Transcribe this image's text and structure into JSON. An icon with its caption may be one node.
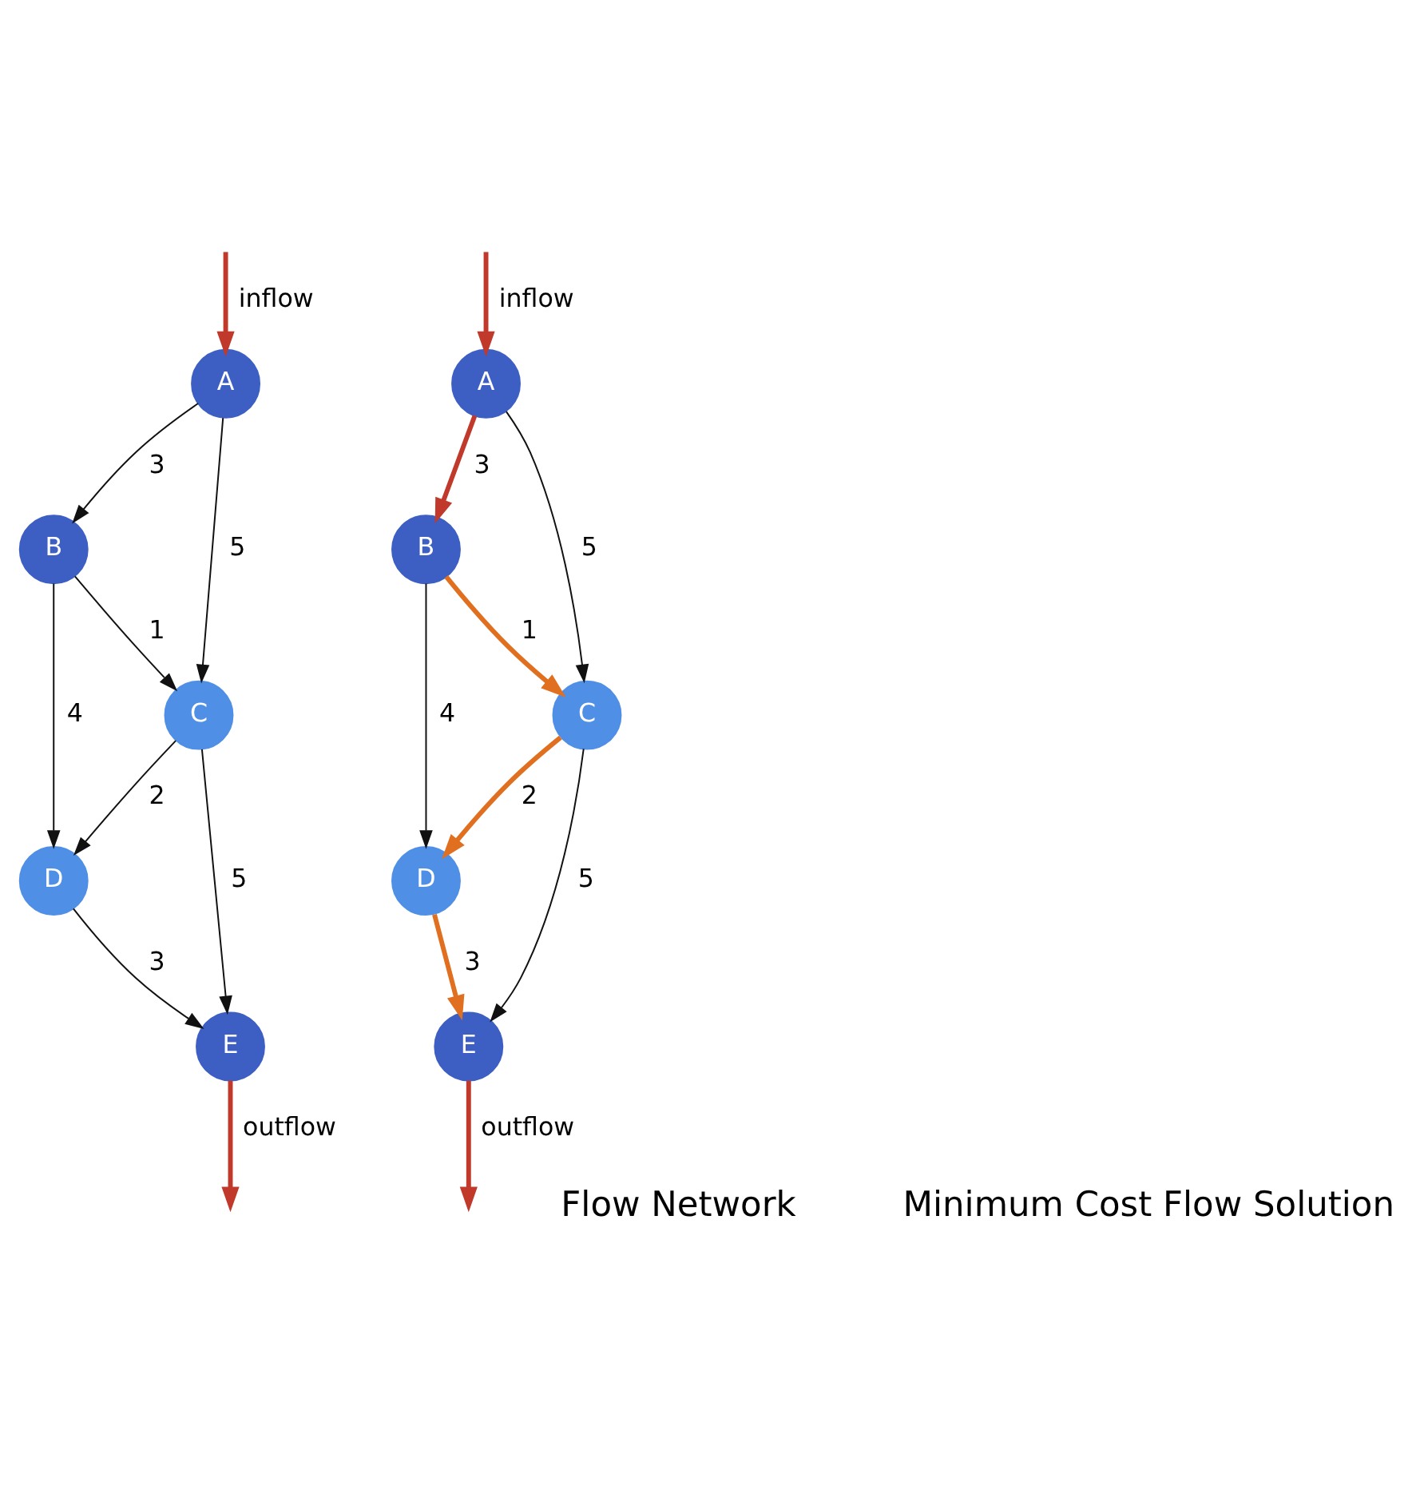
{
  "diagram": {
    "nodes": [
      {
        "text": [
          "A"
        ]
      },
      {
        "text": [
          "B"
        ]
      },
      {
        "text": [
          "C"
        ]
      },
      {
        "text": [
          "D"
        ]
      },
      {
        "text": [
          "E"
        ]
      },
      {
        "text": [
          "A"
        ]
      },
      {
        "text": [
          "B"
        ]
      },
      {
        "text": [
          "C"
        ]
      },
      {
        "text": [
          "D"
        ]
      },
      {
        "text": [
          "E"
        ]
      }
    ],
    "edges": [
      {
        "from": null,
        "to": 0,
        "arrow": "to",
        "label": "inflow",
        "style": "thick",
        "color": "#c0392b"
      },
      {
        "from": 0,
        "to": 1,
        "arrow": "to",
        "label": "3"
      },
      {
        "from": 0,
        "to": 2,
        "arrow": "to",
        "label": "5"
      },
      {
        "from": 1,
        "to": 2,
        "arrow": "to",
        "label": "1"
      },
      {
        "from": 1,
        "to": 3,
        "arrow": "to",
        "label": "4"
      },
      {
        "from": 2,
        "to": 3,
        "arrow": "to",
        "label": "2"
      },
      {
        "from": 2,
        "to": 4,
        "arrow": "to",
        "label": "5"
      },
      {
        "from": 3,
        "to": 4,
        "arrow": "to",
        "label": "3"
      },
      {
        "from": 4,
        "to": null,
        "arrow": "to",
        "label": "outflow",
        "style": "thick",
        "color": "#c0392b"
      },
      {
        "from": null,
        "to": 5,
        "arrow": "to",
        "label": "inflow",
        "style": "thick",
        "color": "#c0392b"
      },
      {
        "from": 5,
        "to": 6,
        "arrow": "to",
        "label": "3",
        "style": "thick",
        "color": "#c0392b"
      },
      {
        "from": 5,
        "to": 7,
        "arrow": "to",
        "label": "5"
      },
      {
        "from": 6,
        "to": 7,
        "arrow": "to",
        "label": "1",
        "style": "thick",
        "color": "#e07020"
      },
      {
        "from": 6,
        "to": 8,
        "arrow": "to",
        "label": "4"
      },
      {
        "from": 7,
        "to": 8,
        "arrow": "to",
        "label": "2",
        "style": "thick",
        "color": "#e07020"
      },
      {
        "from": 7,
        "to": 9,
        "arrow": "to",
        "label": "5"
      },
      {
        "from": 8,
        "to": 9,
        "arrow": "to",
        "label": "3",
        "style": "thick",
        "color": "#e07020"
      },
      {
        "from": 9,
        "to": null,
        "arrow": "to",
        "label": "outflow",
        "style": "thick",
        "color": "#c0392b"
      }
    ],
    "labels": [
      "Flow Network",
      "Minimum Cost Flow Solution"
    ]
  }
}
